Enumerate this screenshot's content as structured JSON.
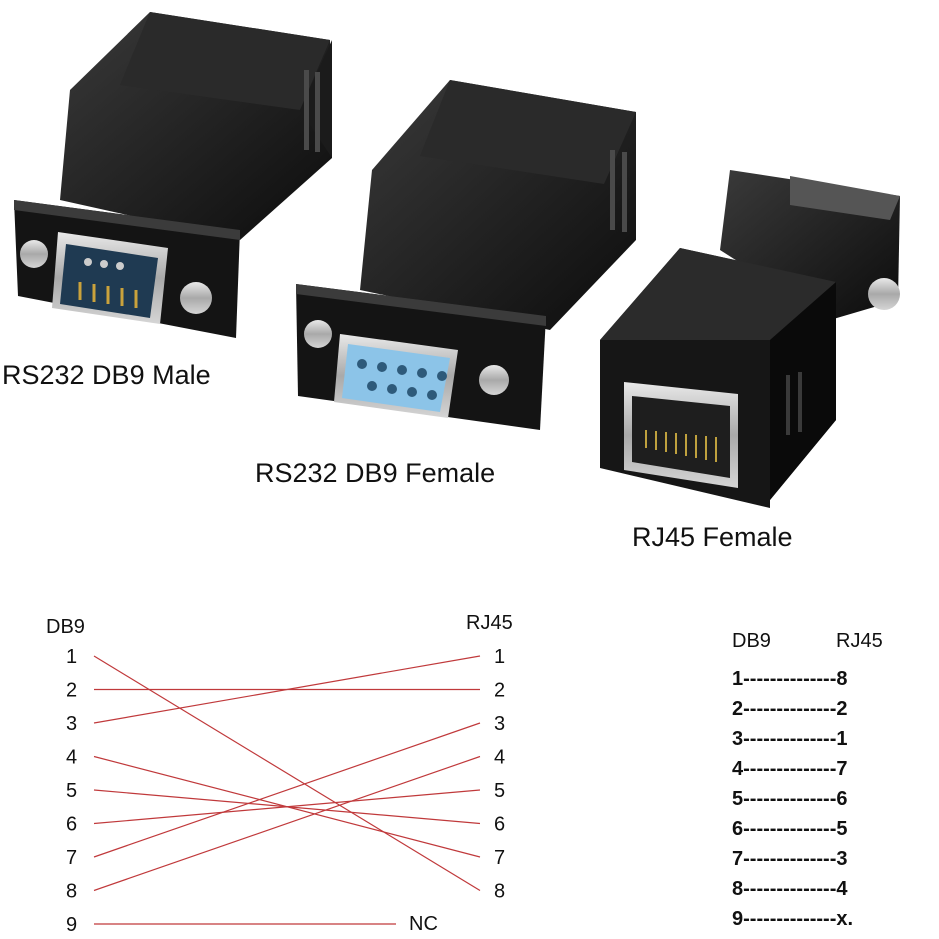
{
  "photos": {
    "db9_male": {
      "caption": "RS232 DB9 Male"
    },
    "db9_female": {
      "caption": "RS232 DB9 Female"
    },
    "rj45_female": {
      "caption": "RJ45 Female"
    }
  },
  "wiring_diagram": {
    "left_header": "DB9",
    "right_header": "RJ45",
    "left_pins": [
      "1",
      "2",
      "3",
      "4",
      "5",
      "6",
      "7",
      "8",
      "9"
    ],
    "right_pins": [
      "1",
      "2",
      "3",
      "4",
      "5",
      "6",
      "7",
      "8"
    ],
    "nc_label": "NC",
    "line_color": "#c0393b"
  },
  "pin_table": {
    "header_left": "DB9",
    "header_right": "RJ45",
    "rows": [
      "1--------------8",
      "2--------------2",
      "3--------------1",
      "4--------------7",
      "5--------------6",
      "6--------------5",
      "7--------------3",
      "8--------------4",
      "9--------------x."
    ]
  }
}
